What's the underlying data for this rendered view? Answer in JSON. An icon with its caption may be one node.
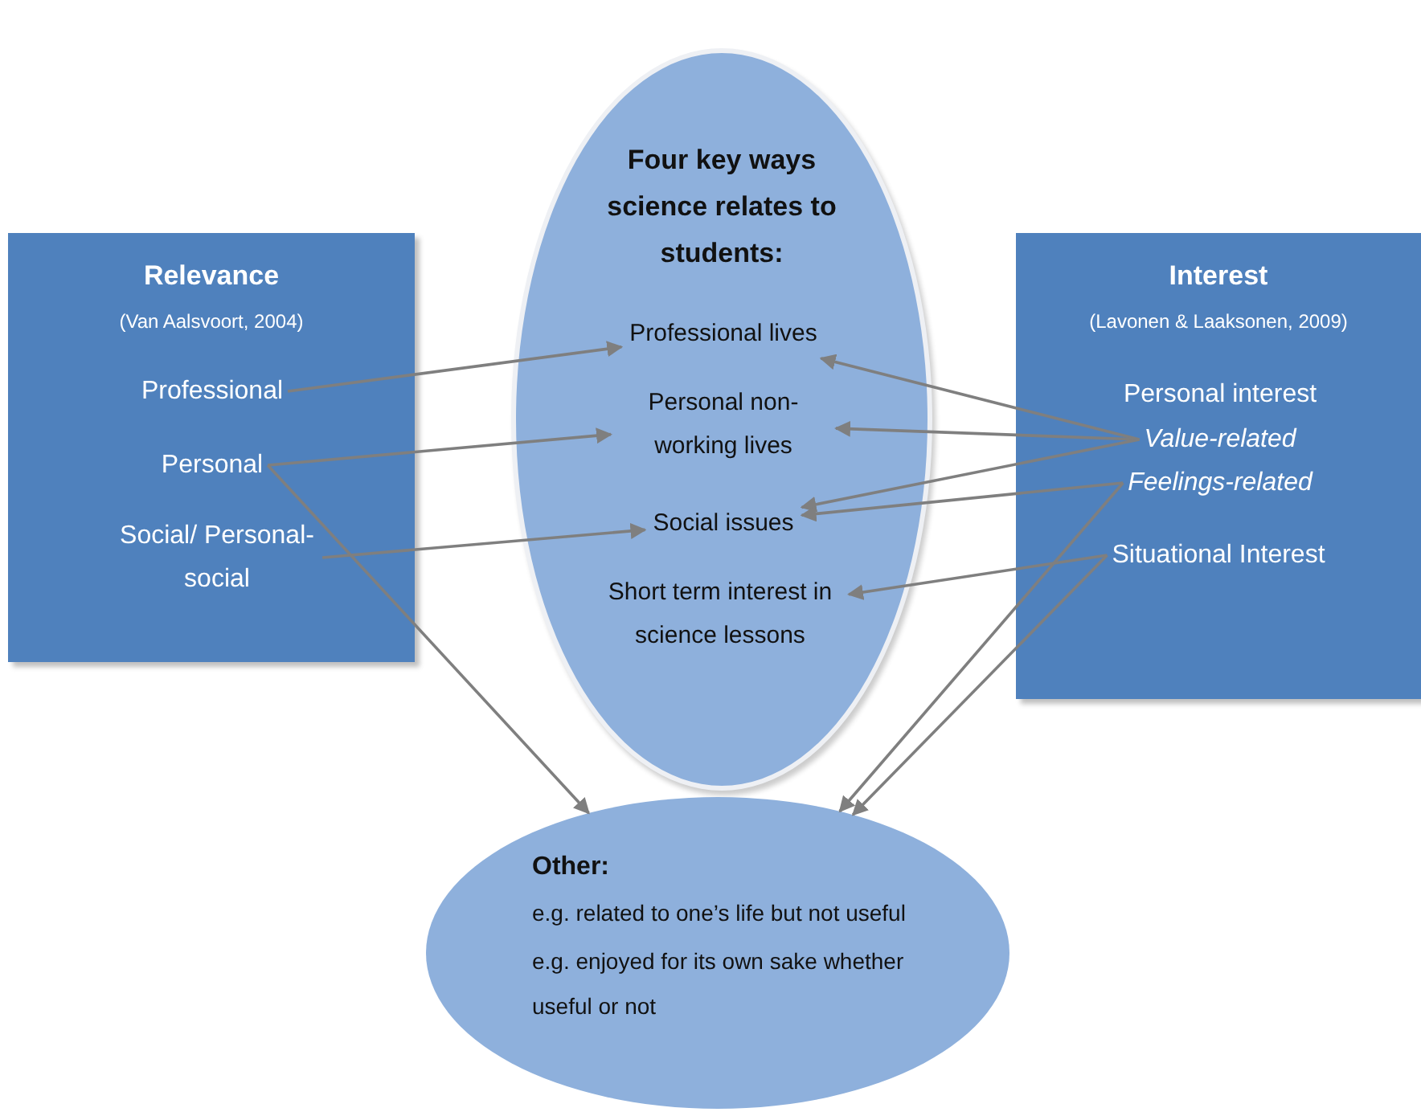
{
  "diagram": {
    "nodes": [
      {
        "text": [
          "Relevance",
          "(Van Aalsvoort, 2004)"
        ]
      },
      {
        "text": [
          "Professional"
        ],
        "in": 0
      },
      {
        "text": [
          "Personal"
        ],
        "in": 0
      },
      {
        "text": [
          "Social/ Personal-social"
        ],
        "in": 0
      },
      {
        "text": [
          "Four key ways science relates to students:"
        ]
      },
      {
        "text": [
          "Professional lives"
        ],
        "in": 4
      },
      {
        "text": [
          "Personal non-working lives"
        ],
        "in": 4
      },
      {
        "text": [
          "Social issues"
        ],
        "in": 4
      },
      {
        "text": [
          "Short term interest in science lessons"
        ],
        "in": 4
      },
      {
        "text": [
          "Interest",
          "(Lavonen & Laaksonen, 2009)"
        ]
      },
      {
        "text": [
          "Personal interest"
        ],
        "in": 9
      },
      {
        "text": [
          "Value-related"
        ],
        "in": 9
      },
      {
        "text": [
          "Feelings-related"
        ],
        "in": 9
      },
      {
        "text": [
          "Situational Interest"
        ],
        "in": 9
      },
      {
        "text": [
          "Other:",
          "e.g. related to one’s life but not useful",
          "e.g. enjoyed for its own sake whether useful or not"
        ]
      }
    ],
    "edges": [
      {
        "from": 1,
        "to": 5,
        "arrow": "to"
      },
      {
        "from": 2,
        "to": 6,
        "arrow": "to"
      },
      {
        "from": 3,
        "to": 7,
        "arrow": "to"
      },
      {
        "from": 2,
        "to": 14,
        "arrow": "to"
      },
      {
        "from": 11,
        "to": 5,
        "arrow": "to"
      },
      {
        "from": 11,
        "to": 6,
        "arrow": "to"
      },
      {
        "from": 11,
        "to": 7,
        "arrow": "to"
      },
      {
        "from": 12,
        "to": 7,
        "arrow": "to"
      },
      {
        "from": 12,
        "to": 14,
        "arrow": "to"
      },
      {
        "from": 13,
        "to": 8,
        "arrow": "to"
      },
      {
        "from": 13,
        "to": 14,
        "arrow": "to"
      }
    ]
  }
}
